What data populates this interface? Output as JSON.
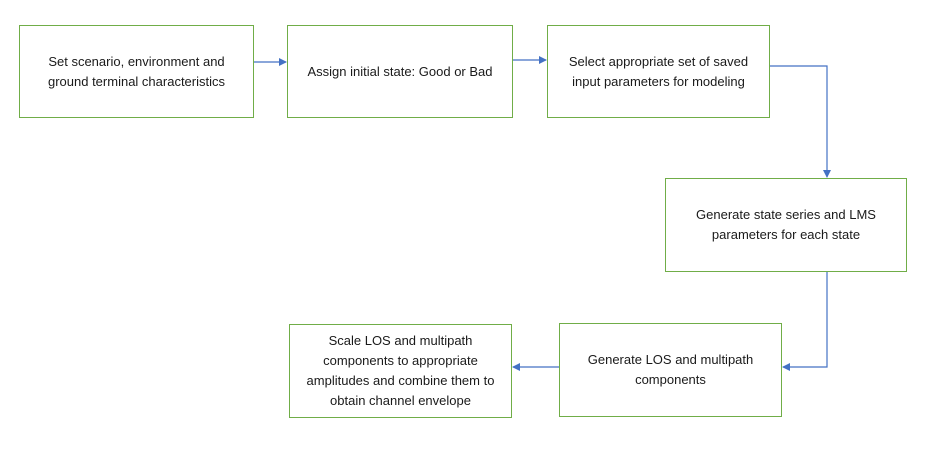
{
  "diagram": {
    "steps": [
      {
        "id": "b1",
        "label": "Set scenario, environment and\nground terminal characteristics"
      },
      {
        "id": "b2",
        "label": "Assign initial state: Good or Bad"
      },
      {
        "id": "b3",
        "label": "Select appropriate set of saved\ninput parameters for modeling"
      },
      {
        "id": "b4",
        "label": "Generate state series and LMS\nparameters for each state"
      },
      {
        "id": "b5",
        "label": "Generate LOS and multipath\ncomponents"
      },
      {
        "id": "b6",
        "label": "Scale LOS and multipath\ncomponents to appropriate\namplitudes and combine them to\nobtain channel envelope"
      }
    ],
    "connections": [
      {
        "from": "b1",
        "to": "b2"
      },
      {
        "from": "b2",
        "to": "b3"
      },
      {
        "from": "b3",
        "to": "b4"
      },
      {
        "from": "b4",
        "to": "b5"
      },
      {
        "from": "b5",
        "to": "b6"
      }
    ],
    "colors": {
      "box_border": "#70ad47",
      "arrow": "#4472c4",
      "text": "#1a1a1a"
    }
  }
}
